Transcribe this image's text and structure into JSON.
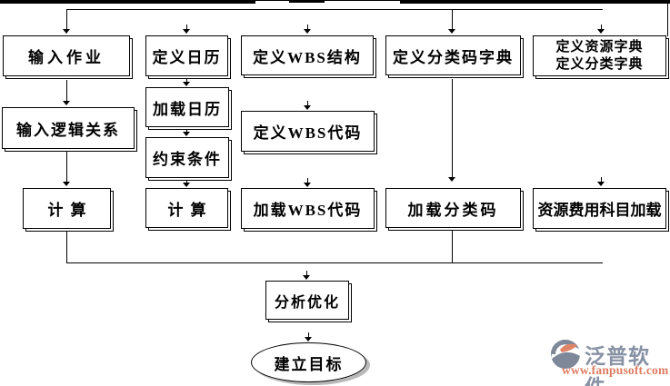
{
  "flow": {
    "nodes": {
      "input_activity": {
        "label": "输入作业"
      },
      "define_calendar": {
        "label": "定义日历"
      },
      "define_wbs_structure": {
        "label": "定义WBS结构"
      },
      "define_classcode_dict": {
        "label": "定义分类码字典"
      },
      "define_resource_dict": {
        "label": "定义资源字典",
        "label2": "定义分类字典"
      },
      "input_logic": {
        "label": "输入逻辑关系"
      },
      "load_calendar": {
        "label": "加载日历"
      },
      "constraint": {
        "label": "约束条件"
      },
      "define_wbs_code": {
        "label": "定义WBS代码"
      },
      "calc_left": {
        "label": "计算"
      },
      "calc_mid": {
        "label": "计算"
      },
      "load_wbs_code": {
        "label": "加载WBS代码"
      },
      "load_classcode": {
        "label": "加载分类码"
      },
      "resource_expense_load": {
        "label": "资源费用科目加载"
      },
      "analyze_optimize": {
        "label": "分析优化"
      },
      "establish_target": {
        "label": "建立目标"
      }
    },
    "line_color": "#000000",
    "background_color": "#ffffff"
  },
  "watermark": {
    "brand": "泛普软件",
    "url": "www.fanpusoft.com",
    "brand_color": "#8791a4",
    "url_color": "#de7c60",
    "icon": "fanpu-logo-icon",
    "icon_colors": {
      "swoosh": "#7e8898",
      "leaf": "#e08467"
    }
  }
}
